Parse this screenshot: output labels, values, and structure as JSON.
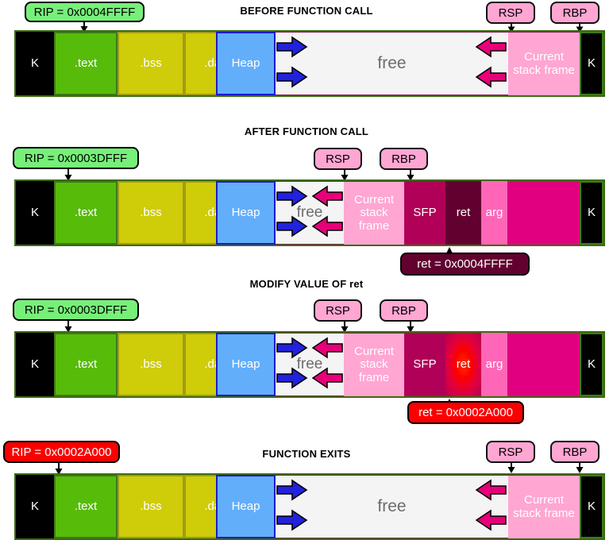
{
  "diagram": {
    "title_font_note": "uppercase bold captions",
    "segments_common": {
      "kernel_left": "K",
      "kernel_right": "K",
      "text": ".text",
      "bss": ".bss",
      "data": ".data",
      "heap": "Heap",
      "free": "free",
      "current_stack_frame": "Current stack frame",
      "sfp": "SFP",
      "ret": "ret",
      "arg": "arg"
    },
    "registers": {
      "rsp": "RSP",
      "rbp": "RBP",
      "rip": "RIP"
    },
    "colors": {
      "kernel": "#000000",
      "text_seg": "#57bb0a",
      "bss_data_seg": "#cfcc09",
      "heap_seg": "#63aefb",
      "free_seg": "#f4f4f4",
      "stack_frame": "#ffa6d2",
      "sfp": "#b00058",
      "ret": "#620030",
      "ret_highlight": "#fb0000",
      "arg": "#ff66b8",
      "stack_tail": "#e00080",
      "register_tag": "#ffa6d2",
      "rip_tag": "#77f07a",
      "rip_tag_alert": "#fb0000",
      "outer_border": "#3b6b10",
      "grow_down_arrow": "#2222dd",
      "grow_up_arrow": "#e8007a"
    },
    "panels": [
      {
        "id": "before-function-call",
        "title": "BEFORE FUNCTION CALL",
        "rip_label": "RIP = 0x0004FFFF",
        "rip_style": "green",
        "rsp_label": "RSP",
        "rbp_label": "RBP",
        "free_label": "free",
        "stack_frame_label": "Current stack frame",
        "has_sfp_ret_arg": false,
        "callout": null
      },
      {
        "id": "after-function-call",
        "title": "AFTER FUNCTION CALL",
        "rip_label": "RIP = 0x0003DFFF",
        "rip_style": "green",
        "rsp_label": "RSP",
        "rbp_label": "RBP",
        "free_label": "free",
        "stack_frame_label": "Current stack frame",
        "has_sfp_ret_arg": true,
        "sfp_label": "SFP",
        "ret_label": "ret",
        "arg_label": "arg",
        "callout": {
          "text": "ret = 0x0004FFFF",
          "style": "dark"
        }
      },
      {
        "id": "modify-value-of-ret",
        "title": "MODIFY VALUE OF ret",
        "rip_label": "RIP = 0x0003DFFF",
        "rip_style": "green",
        "rsp_label": "RSP",
        "rbp_label": "RBP",
        "free_label": "free",
        "stack_frame_label": "Current stack frame",
        "has_sfp_ret_arg": true,
        "sfp_label": "SFP",
        "ret_label": "ret",
        "arg_label": "arg",
        "ret_highlighted": true,
        "callout": {
          "text": "ret = 0x0002A000",
          "style": "red"
        }
      },
      {
        "id": "function-exits",
        "title": "FUNCTION EXITS",
        "rip_label": "RIP = 0x0002A000",
        "rip_style": "red",
        "rsp_label": "RSP",
        "rbp_label": "RBP",
        "free_label": "free",
        "stack_frame_label": "Current stack frame",
        "has_sfp_ret_arg": false,
        "callout": null
      }
    ]
  }
}
